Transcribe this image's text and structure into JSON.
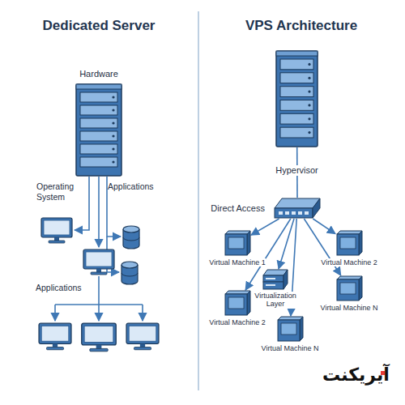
{
  "diagram": {
    "nodes": [
      {
        "text": [
          "Hardware"
        ]
      },
      {
        "text": [
          "Hypervisor"
        ]
      },
      {
        "text": [
          "Direct Access"
        ]
      },
      {
        "text": [
          "Virtual Machine 1"
        ]
      },
      {
        "text": [
          "Virtual Machine 2"
        ]
      },
      {
        "text": [
          "Virtualization Layer"
        ]
      },
      {
        "text": [
          "Virtual Machine N"
        ]
      },
      {
        "text": [
          "Virtual Machine 2"
        ]
      },
      {
        "text": [
          "Virtual Machine N"
        ]
      }
    ],
    "edges": [
      {
        "from": 1,
        "to": 2,
        "arrow": "none"
      },
      {
        "from": 2,
        "to": 3,
        "arrow": "to"
      },
      {
        "from": 2,
        "to": 4,
        "arrow": "to"
      },
      {
        "from": 2,
        "to": 5,
        "arrow": "to"
      },
      {
        "from": 2,
        "to": 6,
        "arrow": "to"
      },
      {
        "from": 2,
        "to": 7,
        "arrow": "to"
      },
      {
        "from": 2,
        "to": 8,
        "arrow": "to"
      }
    ],
    "labels": [
      "Dedicated Server",
      "VPS Architecture",
      "Operating System",
      "Applications",
      "Applications",
      "آیریکنت"
    ]
  }
}
